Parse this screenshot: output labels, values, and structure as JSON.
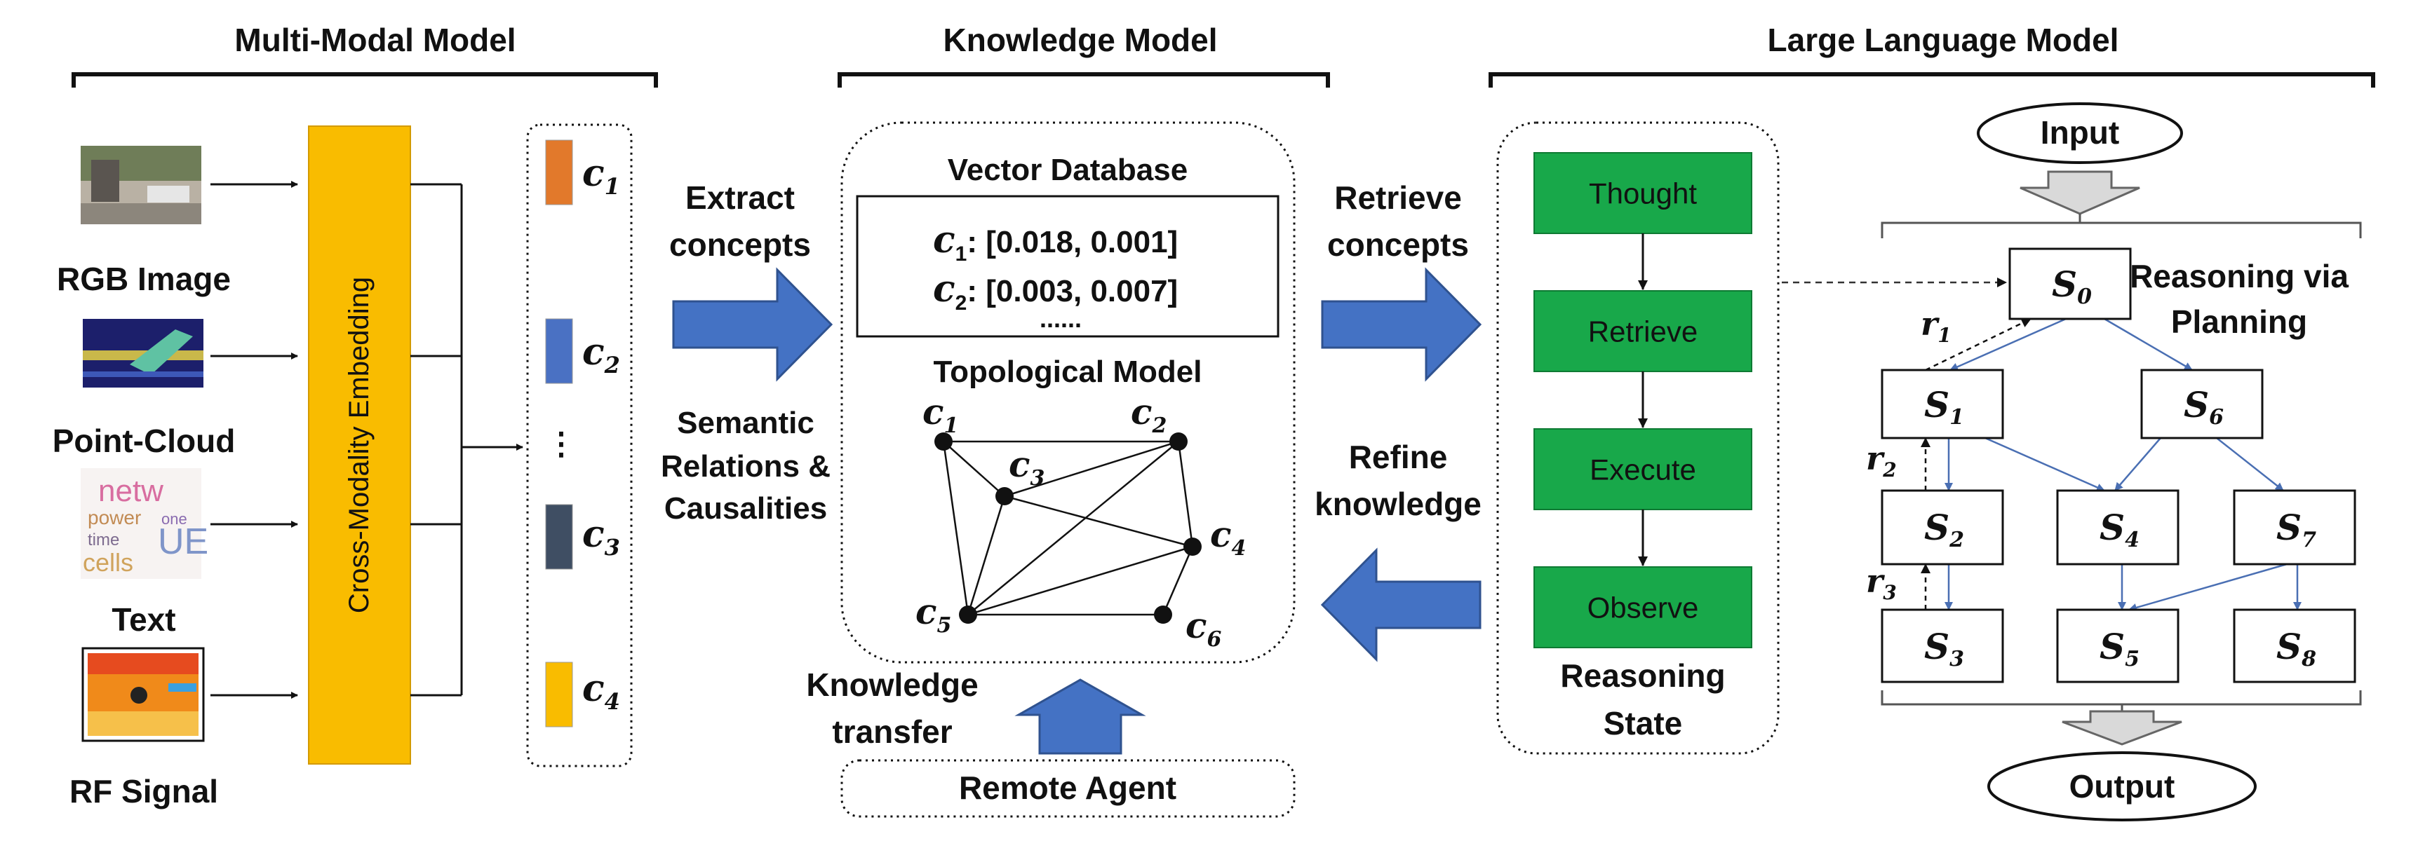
{
  "sections": {
    "multimodal_title": "Multi-Modal Model",
    "knowledge_title": "Knowledge Model",
    "llm_title": "Large Language Model"
  },
  "inputs": {
    "rgb": "RGB Image",
    "pointcloud": "Point-Cloud",
    "text": "Text",
    "rf": "RF Signal"
  },
  "embedding_label": "Cross-Modality Embedding",
  "concepts": {
    "c1": "c",
    "c1_sub": "1",
    "c2": "c",
    "c2_sub": "2",
    "ellipsis": "⋮",
    "c3": "c",
    "c3_sub": "3",
    "c4": "c",
    "c4_sub": "4"
  },
  "middle_labels": {
    "extract_line1": "Extract",
    "extract_line2": "concepts",
    "semantic_line1": "Semantic",
    "semantic_line2": "Relations &",
    "semantic_line3": "Causalities",
    "retrieve_line1": "Retrieve",
    "retrieve_line2": "concepts",
    "refine_line1": "Refine",
    "refine_line2": "knowledge",
    "transfer_line1": "Knowledge",
    "transfer_line2": "transfer"
  },
  "knowledge": {
    "vector_db_title": "Vector Database",
    "row1_var": "c",
    "row1_sub": "1",
    "row1_value": ": [0.018, 0.001]",
    "row2_var": "c",
    "row2_sub": "2",
    "row2_value": ": [0.003, 0.007]",
    "row_more": "......",
    "topo_title": "Topological Model",
    "nodes": {
      "c1": "c",
      "c1_sub": "1",
      "c2": "c",
      "c2_sub": "2",
      "c3": "c",
      "c3_sub": "3",
      "c4": "c",
      "c4_sub": "4",
      "c5": "c",
      "c5_sub": "5",
      "c6": "c",
      "c6_sub": "6"
    },
    "remote_agent": "Remote Agent"
  },
  "reasoning_steps": [
    "Thought",
    "Retrieve",
    "Execute",
    "Observe"
  ],
  "reasoning_state_line1": "Reasoning",
  "reasoning_state_line2": "State",
  "planning": {
    "input": "Input",
    "output": "Output",
    "label_line1": "Reasoning via",
    "label_line2": "Planning",
    "states": {
      "s0": "S",
      "s0_sub": "0",
      "s1": "S",
      "s1_sub": "1",
      "s2": "S",
      "s2_sub": "2",
      "s3": "S",
      "s3_sub": "3",
      "s4": "S",
      "s4_sub": "4",
      "s5": "S",
      "s5_sub": "5",
      "s6": "S",
      "s6_sub": "6",
      "s7": "S",
      "s7_sub": "7",
      "s8": "S",
      "s8_sub": "8"
    },
    "rewards": {
      "r1": "r",
      "r1_sub": "1",
      "r2": "r",
      "r2_sub": "2",
      "r3": "r",
      "r3_sub": "3"
    }
  },
  "colors": {
    "embedding": "#F9BC00",
    "c1": "#E2792B",
    "c2": "#4A71C3",
    "c3": "#3F4E63",
    "c4": "#F9BC00",
    "reasoning_box": "#18A84A",
    "big_arrow": "#4472C4",
    "plan_arrow": "#4A6FB3"
  }
}
